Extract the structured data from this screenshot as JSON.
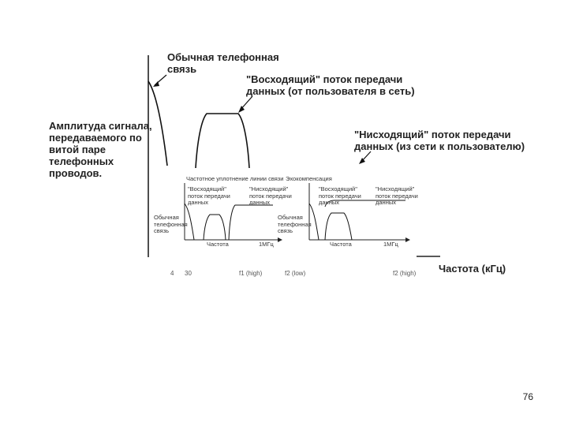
{
  "labels": {
    "voice": "Обычная телефонная\nсвязь",
    "upstream": "\"Восходящий\" поток передачи\nданных (от пользователя в сеть)",
    "downstream": "\"Нисходящий\" поток передачи\nданных (из сети к пользователю)",
    "amplitude": "Амплитуда сигнала,\nпередаваемого по\nвитой паре\nтелефонных\nпроводов.",
    "frequency_axis": "Частота (кГц)"
  },
  "ticks": [
    "4",
    "30",
    "f1 (high)",
    "f2 (low)",
    "f2 (high)"
  ],
  "inset_fdm": {
    "title": "Частотное уплотнение линии связи",
    "upstream": "\"Восходящий\"\nпоток передачи\nданных",
    "downstream": "\"Нисходящий\"\nпоток передачи\nданных",
    "voice": "Обычная\nтелефонная\nсвязь",
    "x_label": "Частота",
    "x_end": "1МГц"
  },
  "inset_echo": {
    "title": "Эхокомпенсация",
    "upstream": "\"Восходящий\"\nпоток передачи\nданных",
    "downstream": "\"Нисходящий\"\nпоток передачи\nданных",
    "voice": "Обычная\nтелефонная\nсвязь",
    "x_label": "Частота",
    "x_end": "1МГц"
  },
  "page_number": "76"
}
